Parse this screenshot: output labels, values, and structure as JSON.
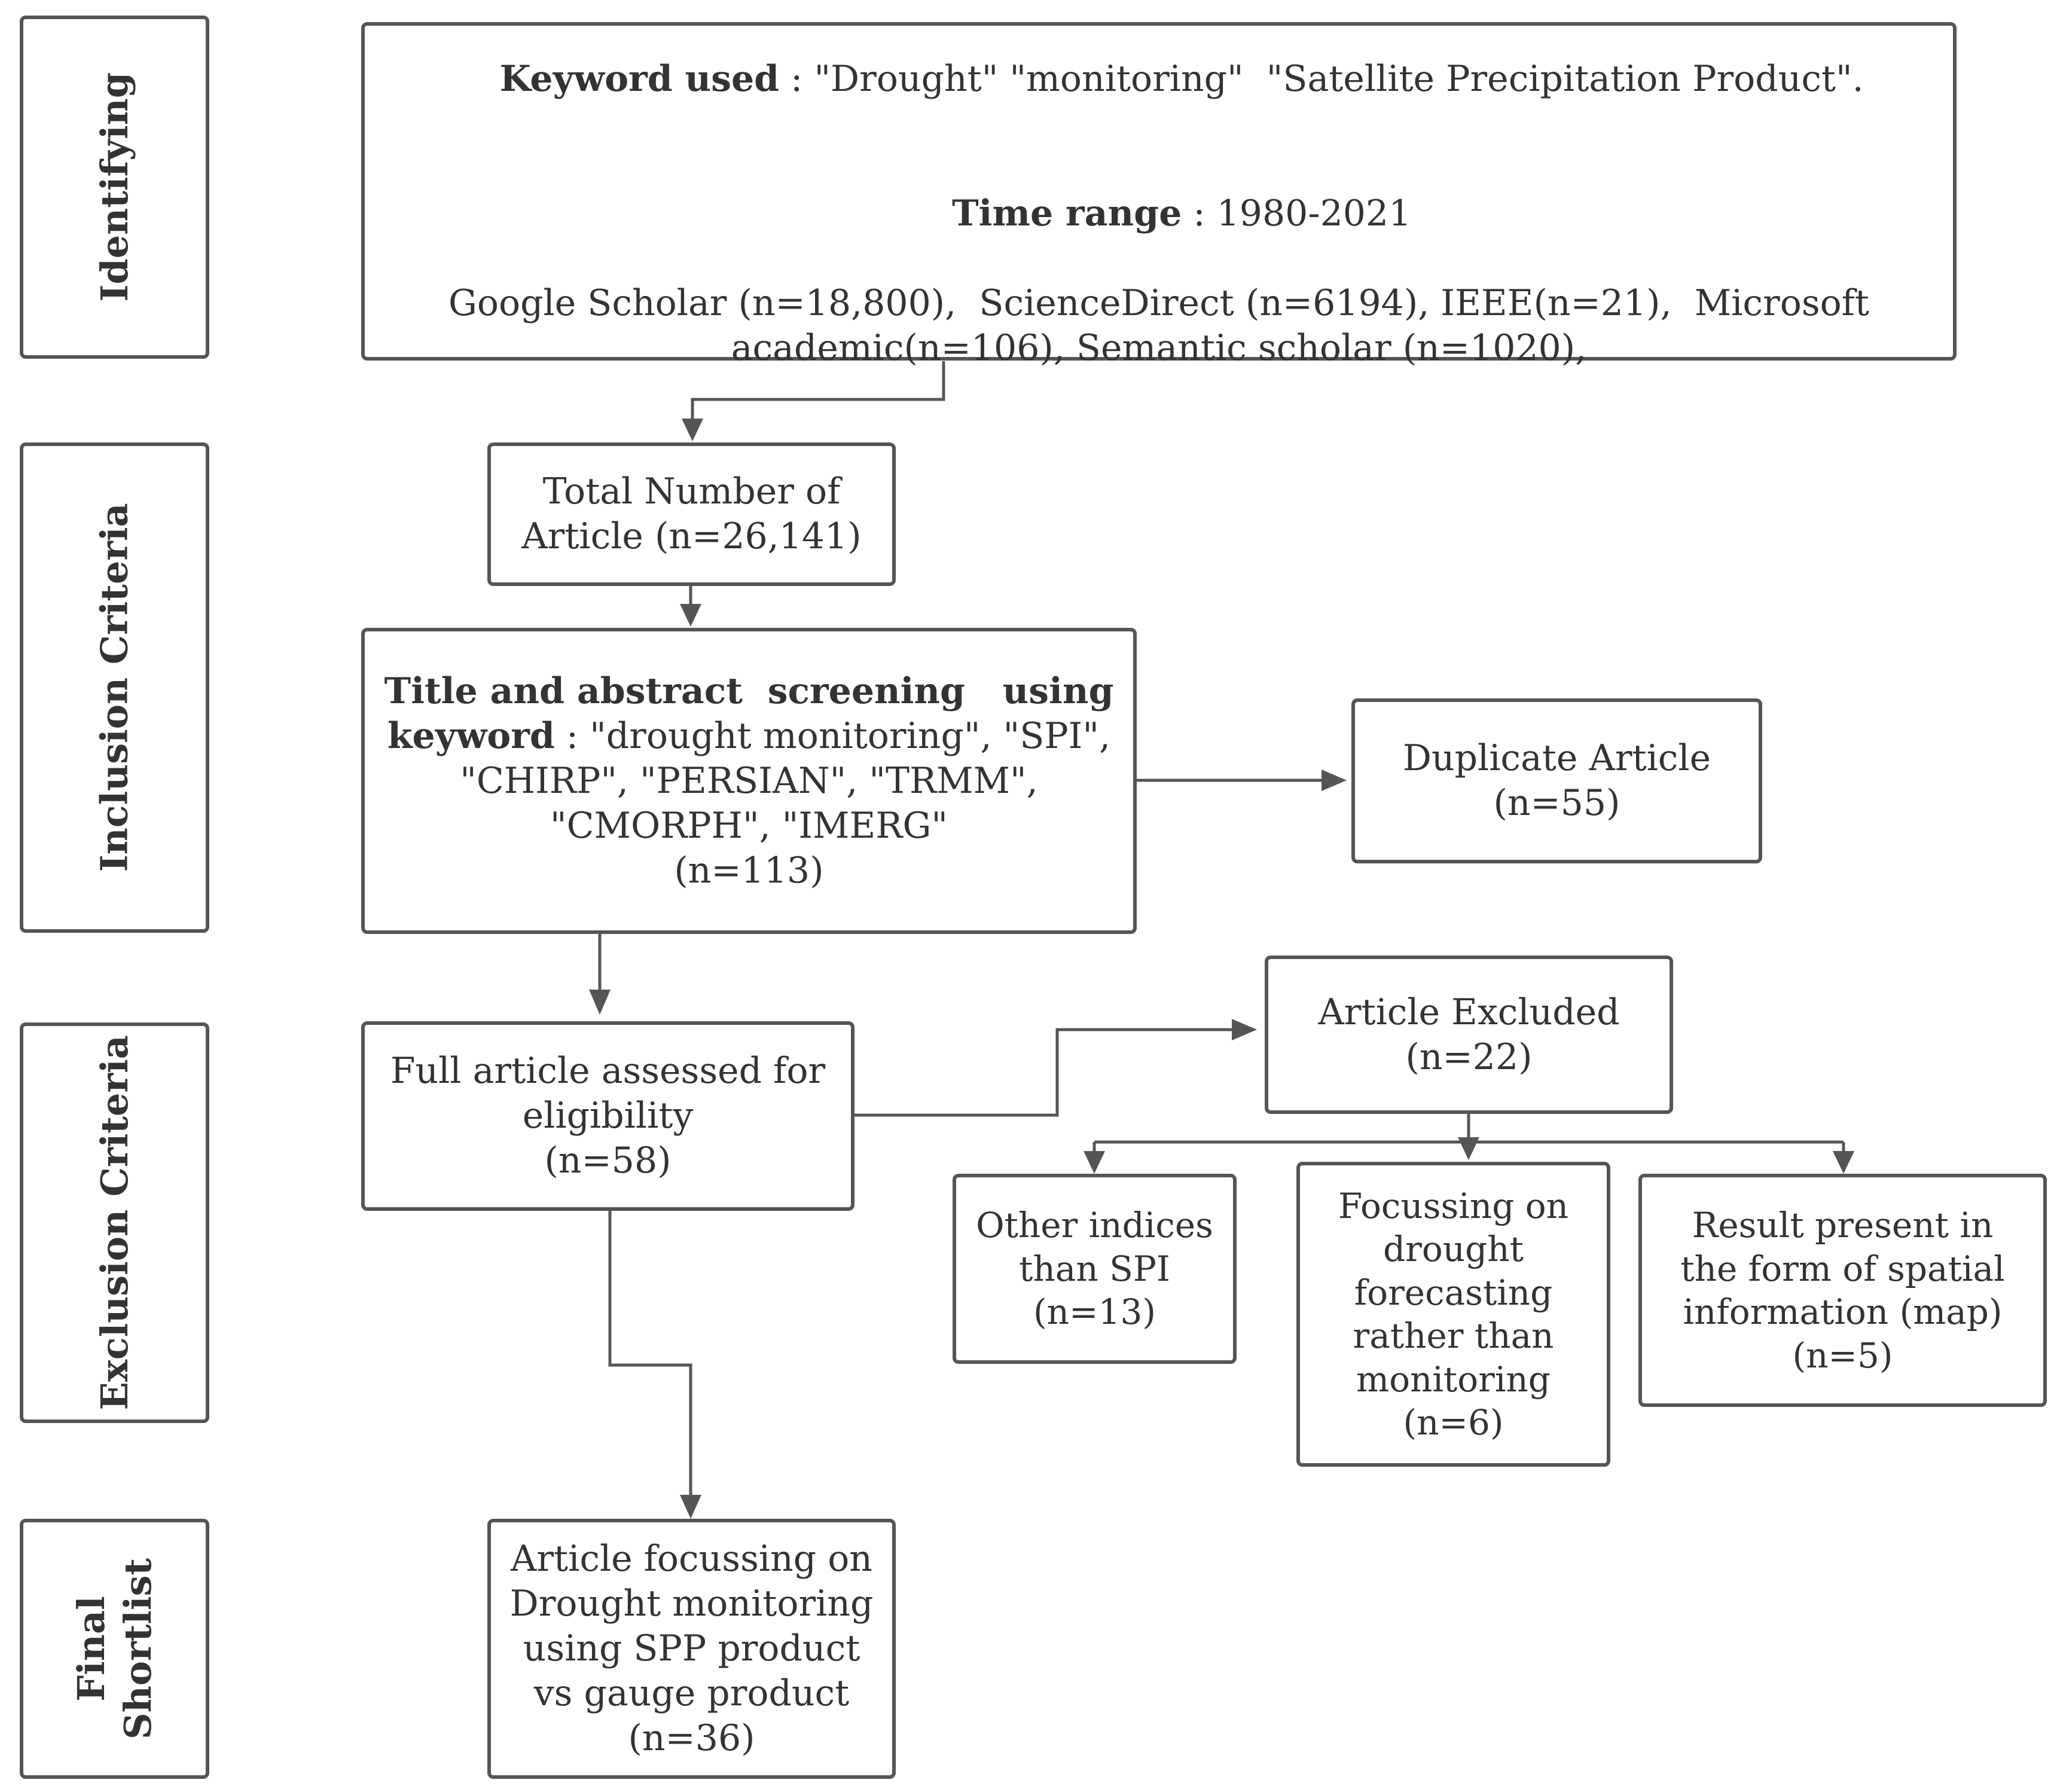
{
  "stages": {
    "identifying": "Identifying",
    "inclusion": "Inclusion Criteria",
    "exclusion": "Exclusion Criteria",
    "final_line1": "Final",
    "final_line2": "Shortlist"
  },
  "boxes": {
    "keyword": {
      "keyword_label": "Keyword used",
      "keyword_value": " : \"Drought\" \"monitoring\"  \"Satellite Precipitation Product\".",
      "time_label": "Time range",
      "time_value": " : 1980-2021",
      "sources_line1": "Google Scholar (n=18,800),  ScienceDirect (n=6194), IEEE(n=21),  Microsoft",
      "sources_line2": "academic(n=106), Semantic scholar (n=1020),"
    },
    "total": {
      "line1": "Total Number of",
      "line2": "Article (n=26,141)"
    },
    "screening": {
      "line1_bold": "Title and abstract  screening   using",
      "line2_bold": "keyword",
      "line2_rest": " : \"drought monitoring\", \"SPI\",",
      "line3": "\"CHIRP\", \"PERSIAN\", \"TRMM\",",
      "line4": "\"CMORPH\", \"IMERG\"",
      "line5": "(n=113)"
    },
    "duplicate": {
      "line1": "Duplicate Article",
      "line2": "(n=55)"
    },
    "full_article": {
      "line1": "Full article assessed for",
      "line2": "eligibility",
      "line3": "(n=58)"
    },
    "excluded": {
      "line1": "Article Excluded",
      "line2": "(n=22)"
    },
    "other_indices": {
      "line1": "Other indices",
      "line2": "than SPI",
      "line3": "(n=13)"
    },
    "forecasting": {
      "line1": "Focussing on",
      "line2": "drought",
      "line3": "forecasting",
      "line4": "rather than",
      "line5": "monitoring",
      "line6": "(n=6)"
    },
    "spatial": {
      "line1": "Result present in",
      "line2": "the form of spatial",
      "line3": "information (map)",
      "line4": "(n=5)"
    },
    "final": {
      "line1": "Article focussing on",
      "line2": "Drought monitoring",
      "line3": "using SPP product",
      "line4": "vs gauge product",
      "line5": "(n=36)"
    }
  },
  "colors": {
    "border": "#555555",
    "text": "#333333",
    "arrow": "#555555"
  }
}
